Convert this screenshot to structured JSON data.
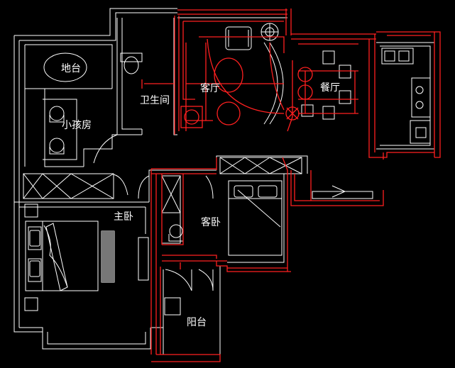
{
  "colors": {
    "background": "#000000",
    "existing_wall": "#ffffff",
    "furniture": "#ffffff",
    "new_wall_red": "#ff2020",
    "room_label": "#ffffff"
  },
  "rooms": {
    "terrace": "地台",
    "kids_room": "小孩房",
    "bathroom": "卫生间",
    "living_room": "客厅",
    "dining_room": "餐厅",
    "master_bedroom": "主卧",
    "guest_bedroom": "客卧",
    "balcony": "阳台"
  },
  "fixture_icons": [
    "toilet-icon",
    "bed-icon",
    "sofa-icon",
    "dining-table-icon",
    "stove-icon",
    "sink-icon",
    "armchair-icon",
    "plant-icon",
    "fridge-icon"
  ]
}
